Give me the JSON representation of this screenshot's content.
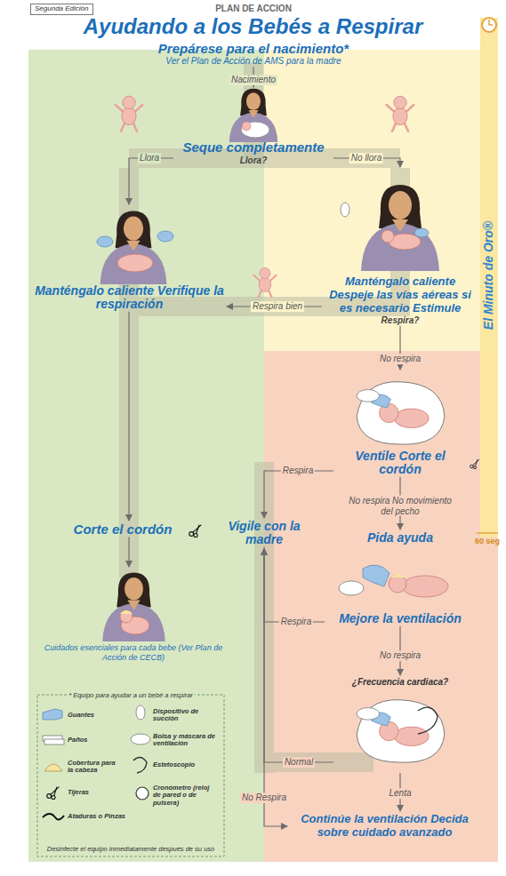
{
  "diagram": {
    "title": "Ayudando a los Bebés a Respirar",
    "nodes": [
      {
        "text": [
          "Segunda Edición"
        ]
      },
      {
        "text": [
          "Prepárese para el nacimiento*",
          "Ver el Plan de Acción de AMS para la madre"
        ]
      },
      {
        "text": [
          "Seque completamente",
          "Llora?"
        ]
      },
      {
        "text": [
          "Manténgalo caliente Despeje las vías aéreas si es necesario Estimule",
          "Respira?"
        ]
      },
      {
        "text": [
          "Manténgalo caliente Verifique la respiración"
        ]
      },
      {
        "text": [
          "Corte el cordón"
        ]
      },
      {
        "text": [
          "Cuidados esenciales para cada bebe (Ver Plan de Acción de CECB)"
        ]
      },
      {
        "text": [
          "Vigile con la madre"
        ]
      },
      {
        "text": [
          "Ventile Corte el cordón"
        ]
      },
      {
        "text": [
          "Pida ayuda",
          "Mejore la ventilación"
        ]
      },
      {
        "text": [
          "¿Frecuencia cardiaca?"
        ]
      },
      {
        "text": [
          "Continúe la ventilación Decida sobre cuidado avanzado"
        ]
      }
    ],
    "edges": [
      {
        "from": 1,
        "to": 2,
        "label": "Nacimiento",
        "arrow": "to"
      },
      {
        "from": 2,
        "to": 4,
        "label": "Llora",
        "arrow": "to"
      },
      {
        "from": 2,
        "to": 3,
        "label": "No llora",
        "arrow": "to"
      },
      {
        "from": 3,
        "to": 4,
        "label": "Respira bien",
        "arrow": "to"
      },
      {
        "from": 3,
        "to": 8,
        "label": "No respira",
        "arrow": "to"
      },
      {
        "from": 4,
        "to": 5,
        "arrow": "to"
      },
      {
        "from": 5,
        "to": 6,
        "arrow": "to"
      },
      {
        "from": 8,
        "to": 7,
        "label": "Respira",
        "arrow": "to"
      },
      {
        "from": 8,
        "to": 9,
        "label": "No respira No movimiento del pecho",
        "arrow": "to"
      },
      {
        "from": 9,
        "to": 7,
        "label": "Respira",
        "arrow": "to"
      },
      {
        "from": 9,
        "to": 10,
        "label": "No respira",
        "arrow": "to"
      },
      {
        "from": 10,
        "to": 7,
        "label": "Normal",
        "arrow": "to"
      },
      {
        "from": 10,
        "to": 11,
        "label": "Lenta",
        "arrow": "to"
      },
      {
        "from": 7,
        "to": 11,
        "label": "No Respira",
        "arrow": "to"
      }
    ],
    "labels": [
      "PLAN DE ACCION",
      "El Minuto de Oro®",
      "60 seg",
      "* Equipo para ayudar a un bebé a respirar",
      "Desinfecte el equipo inmediatamente después de su uso"
    ],
    "legend": [
      {
        "text": "Guantes"
      },
      {
        "text": "Paños"
      },
      {
        "text": "Cobertura para la cabeza"
      },
      {
        "text": "Tijeras"
      },
      {
        "text": "Ataduras o Pinzas"
      },
      {
        "text": "Dispositivo de succión"
      },
      {
        "text": "Bolsa y máscara de ventilación"
      },
      {
        "text": "Estetoscopio"
      },
      {
        "text": "Cronómetro (reloj de pared o de pulsera)"
      }
    ]
  }
}
